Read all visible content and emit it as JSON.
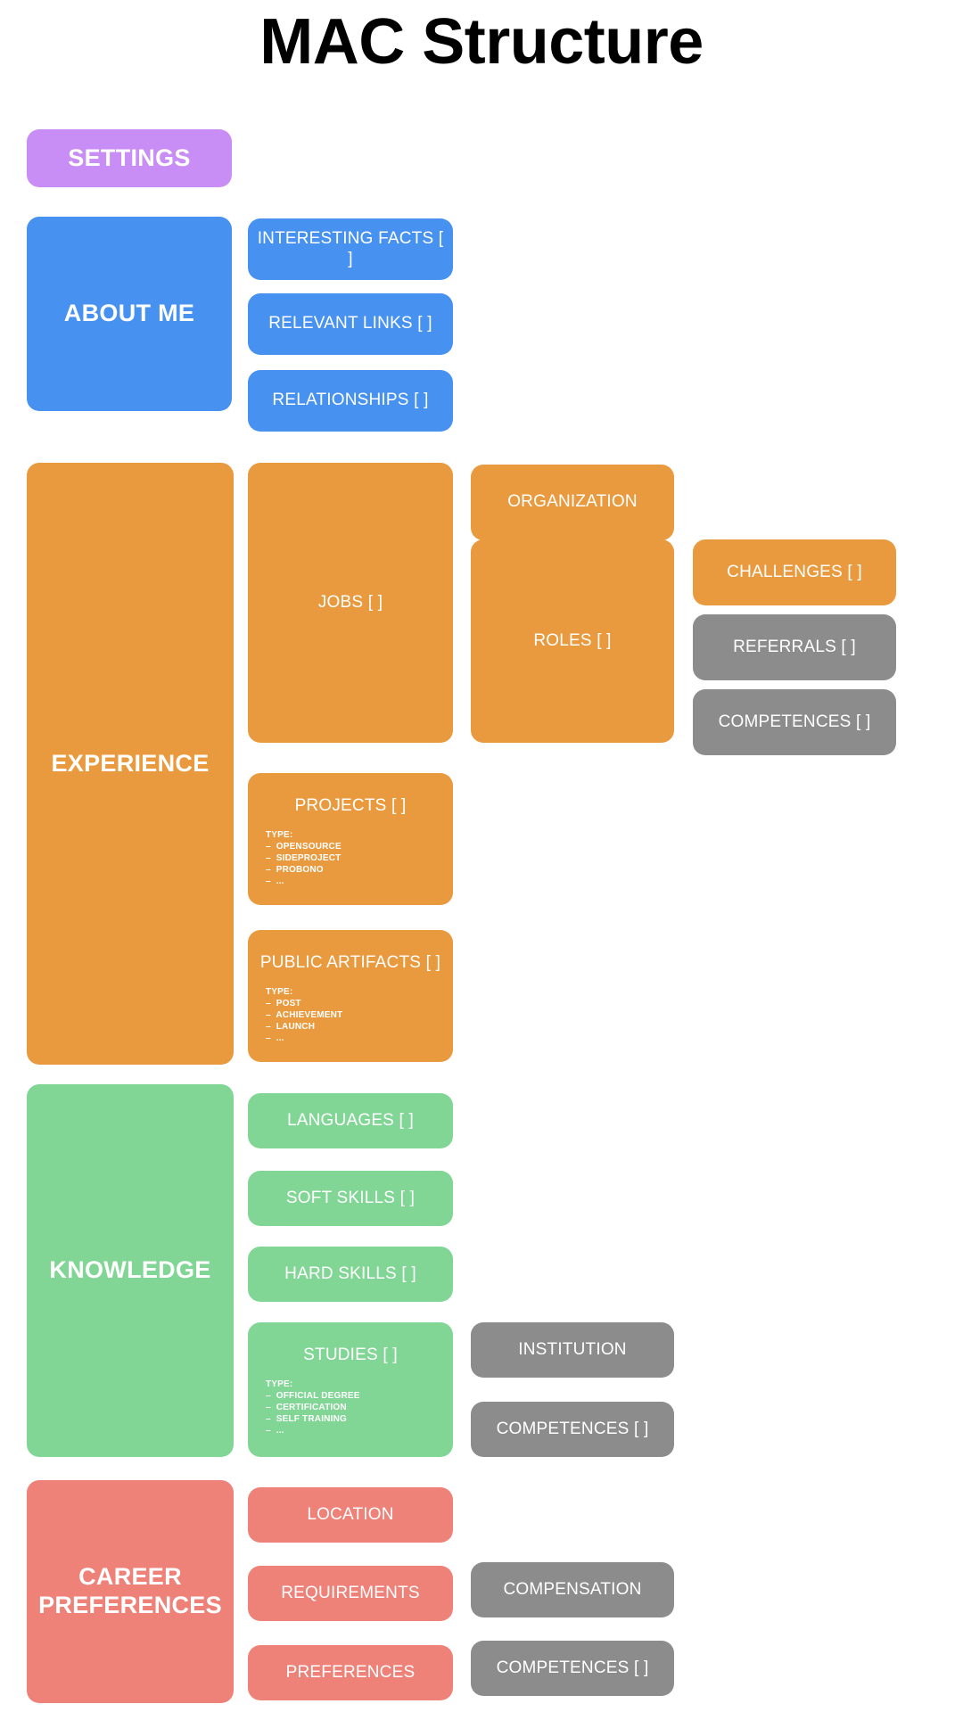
{
  "page": {
    "title": "MAC Structure",
    "background": "#ffffff"
  },
  "colors": {
    "settings_purple": "#c98ef5",
    "about_blue": "#4791f0",
    "experience_orange": "#ea9a3e",
    "knowledge_green": "#81d695",
    "career_salmon": "#ee8178",
    "neutral_gray": "#8c8c8c",
    "title_black": "#000000",
    "label_white": "#ffffff"
  },
  "sections": {
    "settings": {
      "label": "SETTINGS"
    },
    "about_me": {
      "label": "ABOUT ME",
      "children": [
        {
          "label": "INTERESTING FACTS [ ]"
        },
        {
          "label": "RELEVANT LINKS [ ]"
        },
        {
          "label": "RELATIONSHIPS [ ]"
        }
      ]
    },
    "experience": {
      "label": "EXPERIENCE",
      "jobs": {
        "label": "JOBS [ ]"
      },
      "organization": {
        "label": "ORGANIZATION"
      },
      "roles": {
        "label": "ROLES [ ]"
      },
      "challenges": {
        "label": "CHALLENGES [ ]"
      },
      "referrals": {
        "label": "REFERRALS [ ]"
      },
      "competences": {
        "label": "COMPETENCES [ ]"
      },
      "projects": {
        "label": "PROJECTS [ ]",
        "type_header": "TYPE:",
        "types": [
          "–  OPENSOURCE",
          "–  SIDEPROJECT",
          "–  PROBONO",
          "–  ..."
        ]
      },
      "public_artifacts": {
        "label": "PUBLIC ARTIFACTS [ ]",
        "type_header": "TYPE:",
        "types": [
          "–  POST",
          "–  ACHIEVEMENT",
          "–  LAUNCH",
          "–  ..."
        ]
      }
    },
    "knowledge": {
      "label": "KNOWLEDGE",
      "languages": {
        "label": "LANGUAGES [ ]"
      },
      "soft_skills": {
        "label": "SOFT SKILLS [ ]"
      },
      "hard_skills": {
        "label": "HARD SKILLS [ ]"
      },
      "studies": {
        "label": "STUDIES [ ]",
        "type_header": "TYPE:",
        "types": [
          "–  OFFICIAL DEGREE",
          "–  CERTIFICATION",
          "–  SELF TRAINING",
          "–  ..."
        ]
      },
      "institution": {
        "label": "INSTITUTION"
      },
      "competences": {
        "label": "COMPETENCES [ ]"
      }
    },
    "career_preferences": {
      "label": "CAREER PREFERENCES",
      "location": {
        "label": "LOCATION"
      },
      "requirements": {
        "label": "REQUIREMENTS"
      },
      "preferences": {
        "label": "PREFERENCES"
      },
      "compensation": {
        "label": "COMPENSATION"
      },
      "competences": {
        "label": "COMPETENCES [ ]"
      }
    }
  }
}
